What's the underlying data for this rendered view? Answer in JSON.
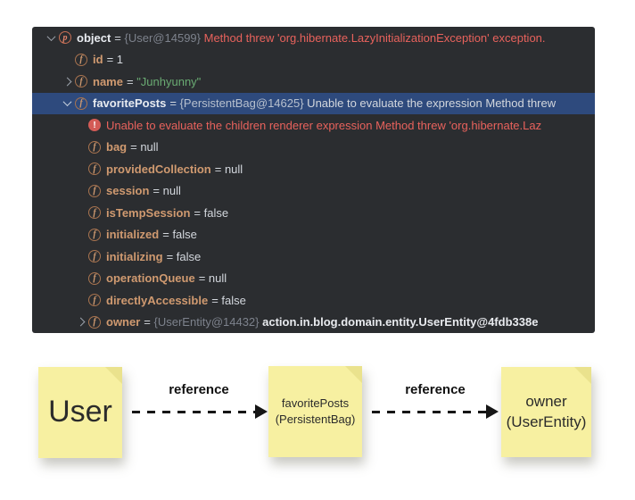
{
  "debugger": {
    "colors": {
      "panel_bg": "#2b2d30",
      "selection_bg": "#2e4a7d",
      "field_name": "#d09a70",
      "error_red": "#e8625c",
      "string_green": "#6aab73",
      "reference_gray": "#7d828c"
    },
    "rows": [
      {
        "key": "object",
        "level": 0,
        "chevron": "down",
        "icon": "p",
        "name": "object",
        "nameStyle": "white",
        "selected": false,
        "segments": [
          {
            "t": "= ",
            "c": "plain"
          },
          {
            "t": "{User@14599}",
            "c": "ref"
          },
          {
            "t": " Method threw 'org.hibernate.LazyInitializationException' exception.",
            "c": "error"
          }
        ]
      },
      {
        "key": "id",
        "level": 1,
        "chevron": null,
        "icon": "f",
        "name": "id",
        "nameStyle": "field",
        "selected": false,
        "segments": [
          {
            "t": "= 1",
            "c": "plain"
          }
        ]
      },
      {
        "key": "name",
        "level": 1,
        "chevron": "right",
        "icon": "f",
        "name": "name",
        "nameStyle": "field",
        "selected": false,
        "segments": [
          {
            "t": "= ",
            "c": "plain"
          },
          {
            "t": "\"Junhyunny\"",
            "c": "string"
          }
        ]
      },
      {
        "key": "favoritePosts",
        "level": 1,
        "chevron": "down",
        "icon": "f",
        "name": "favoritePosts",
        "nameStyle": "white",
        "selected": true,
        "segments": [
          {
            "t": "= ",
            "c": "plain"
          },
          {
            "t": "{PersistentBag@14625}",
            "c": "refsel"
          },
          {
            "t": " Unable to evaluate the expression Method threw",
            "c": "plain"
          }
        ]
      },
      {
        "key": "error-message",
        "level": 2,
        "chevron": null,
        "icon": "err",
        "name": null,
        "nameStyle": null,
        "selected": false,
        "segments": [
          {
            "t": "Unable to evaluate the children renderer expression Method threw 'org.hibernate.Laz",
            "c": "error"
          }
        ]
      },
      {
        "key": "bag",
        "level": 2,
        "chevron": null,
        "icon": "f",
        "name": "bag",
        "nameStyle": "field",
        "selected": false,
        "segments": [
          {
            "t": "= null",
            "c": "plain"
          }
        ]
      },
      {
        "key": "providedCollection",
        "level": 2,
        "chevron": null,
        "icon": "f",
        "name": "providedCollection",
        "nameStyle": "field",
        "selected": false,
        "segments": [
          {
            "t": "= null",
            "c": "plain"
          }
        ]
      },
      {
        "key": "session",
        "level": 2,
        "chevron": null,
        "icon": "f",
        "name": "session",
        "nameStyle": "field",
        "selected": false,
        "segments": [
          {
            "t": "= null",
            "c": "plain"
          }
        ]
      },
      {
        "key": "isTempSession",
        "level": 2,
        "chevron": null,
        "icon": "f",
        "name": "isTempSession",
        "nameStyle": "field",
        "selected": false,
        "segments": [
          {
            "t": "= false",
            "c": "plain"
          }
        ]
      },
      {
        "key": "initialized",
        "level": 2,
        "chevron": null,
        "icon": "f",
        "name": "initialized",
        "nameStyle": "field",
        "selected": false,
        "segments": [
          {
            "t": "= false",
            "c": "plain"
          }
        ]
      },
      {
        "key": "initializing",
        "level": 2,
        "chevron": null,
        "icon": "f",
        "name": "initializing",
        "nameStyle": "field",
        "selected": false,
        "segments": [
          {
            "t": "= false",
            "c": "plain"
          }
        ]
      },
      {
        "key": "operationQueue",
        "level": 2,
        "chevron": null,
        "icon": "f",
        "name": "operationQueue",
        "nameStyle": "field",
        "selected": false,
        "segments": [
          {
            "t": "= null",
            "c": "plain"
          }
        ]
      },
      {
        "key": "directlyAccessible",
        "level": 2,
        "chevron": null,
        "icon": "f",
        "name": "directlyAccessible",
        "nameStyle": "field",
        "selected": false,
        "segments": [
          {
            "t": "= false",
            "c": "plain"
          }
        ]
      },
      {
        "key": "owner",
        "level": 2,
        "chevron": "right",
        "icon": "f",
        "name": "owner",
        "nameStyle": "field",
        "selected": false,
        "segments": [
          {
            "t": "= ",
            "c": "plain"
          },
          {
            "t": "{UserEntity@14432}",
            "c": "ref"
          },
          {
            "t": " action.in.blog.domain.entity.UserEntity@4fdb338e",
            "c": "vbold"
          }
        ]
      }
    ]
  },
  "diagram": {
    "note_color": "#f7f0a1",
    "notes": [
      {
        "key": "user",
        "size": "lg",
        "lines": [
          "User"
        ]
      },
      {
        "key": "favorite-posts",
        "size": "sm",
        "lines": [
          "favoritePosts",
          "(PersistentBag)"
        ]
      },
      {
        "key": "owner",
        "size": "md",
        "lines": [
          "owner",
          "(UserEntity)"
        ]
      }
    ],
    "arrows": [
      {
        "label": "reference"
      },
      {
        "label": "reference"
      }
    ]
  }
}
